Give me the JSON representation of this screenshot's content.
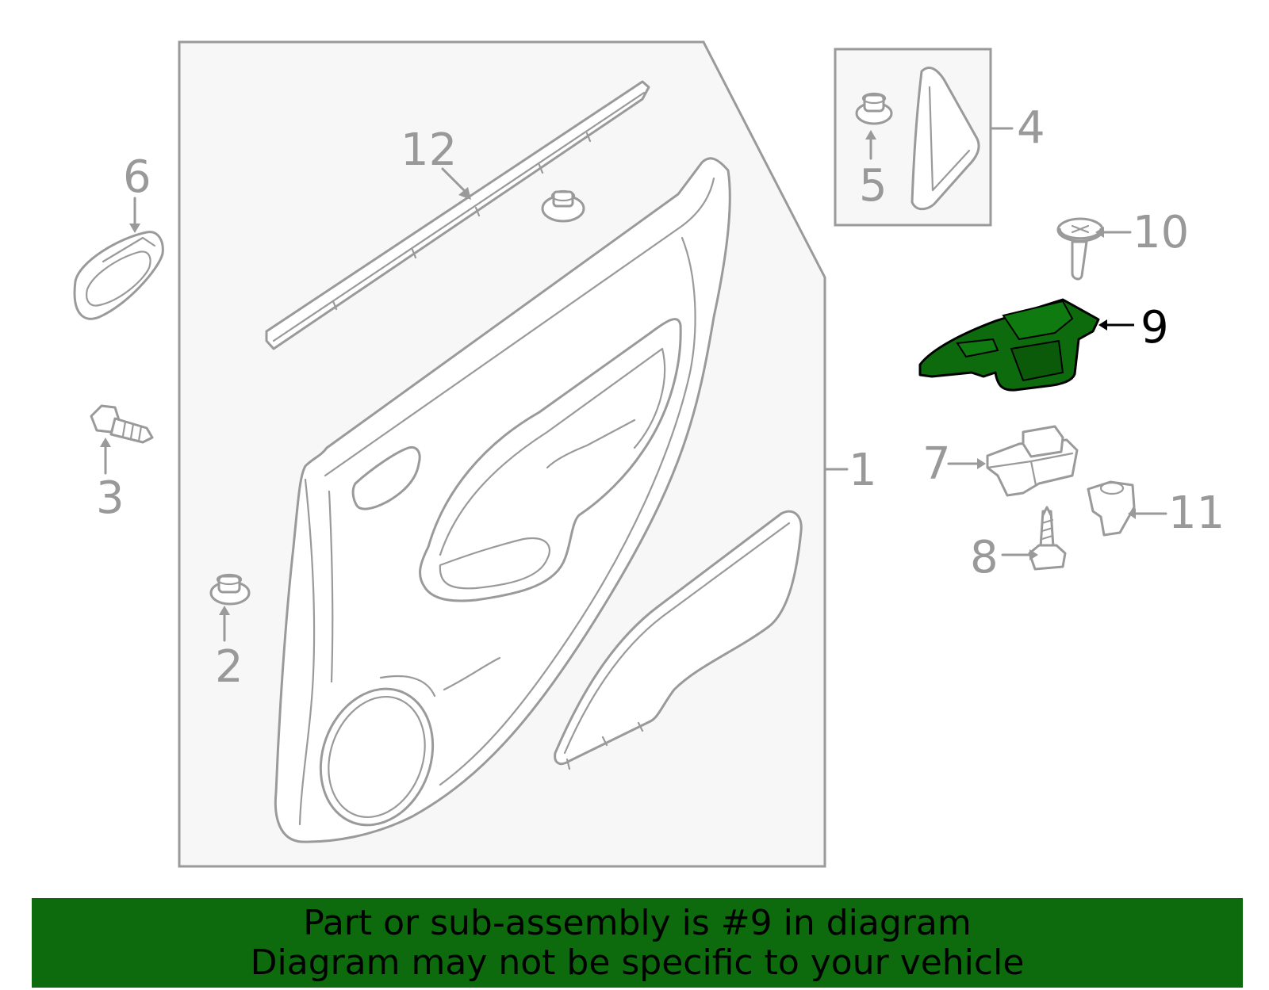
{
  "diagram": {
    "callouts": [
      {
        "id": "1",
        "label": "1"
      },
      {
        "id": "2",
        "label": "2"
      },
      {
        "id": "3",
        "label": "3"
      },
      {
        "id": "4",
        "label": "4"
      },
      {
        "id": "5",
        "label": "5"
      },
      {
        "id": "6",
        "label": "6"
      },
      {
        "id": "7",
        "label": "7"
      },
      {
        "id": "8",
        "label": "8"
      },
      {
        "id": "9",
        "label": "9",
        "highlighted": true
      },
      {
        "id": "10",
        "label": "10"
      },
      {
        "id": "11",
        "label": "11"
      },
      {
        "id": "12",
        "label": "12"
      }
    ],
    "highlight_color": "#0d6b0d",
    "line_color": "#9a9a9a"
  },
  "banner": {
    "line1": "Part or sub-assembly is #9 in diagram",
    "line2": "Diagram may not be specific to your vehicle",
    "background": "#0d6b0d"
  }
}
